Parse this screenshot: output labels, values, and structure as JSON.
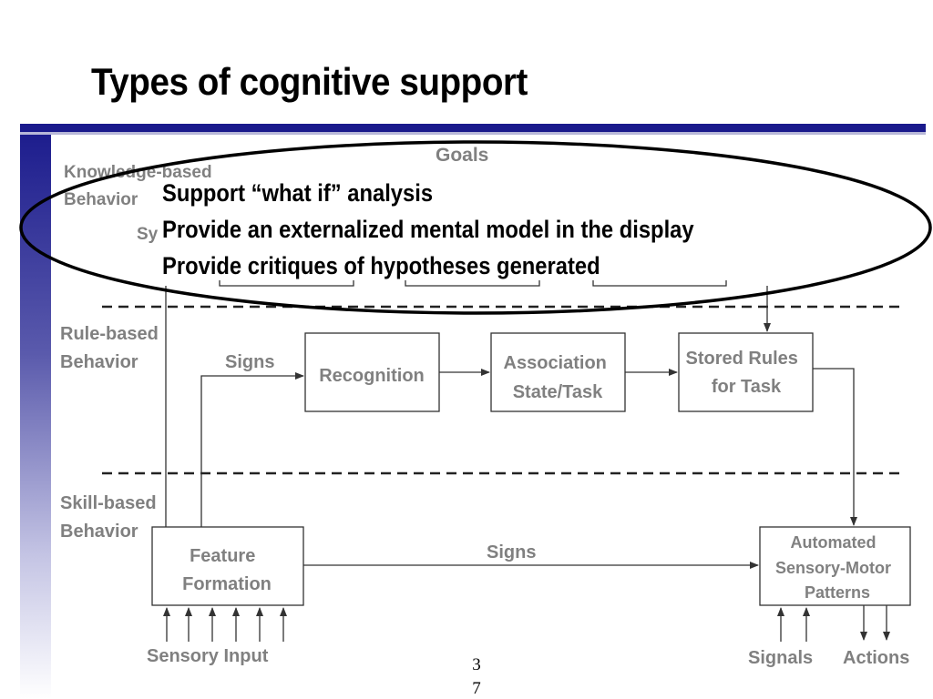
{
  "slide": {
    "title": "Types of cognitive support",
    "page_number": "37"
  },
  "diagram": {
    "levels": {
      "knowledge": [
        "Knowledge-based",
        "Behavior"
      ],
      "rule": [
        "Rule-based",
        "Behavior"
      ],
      "skill": [
        "Skill-based",
        "Behavior"
      ]
    },
    "goals_label": "Goals",
    "hidden_fragment": "Sy",
    "boxes": {
      "recognition": [
        "Recognition"
      ],
      "association": [
        "Association",
        "State/Task"
      ],
      "stored_rules": [
        "Stored Rules",
        "for Task"
      ],
      "feature_formation": [
        "Feature",
        "Formation"
      ],
      "automated": [
        "Automated",
        "Sensory-Motor",
        "Patterns"
      ]
    },
    "signs_upper": "Signs",
    "signs_lower": "Signs",
    "sensory_input": "Sensory Input",
    "signals": "Signals",
    "actions": "Actions"
  },
  "callout": {
    "lines": [
      "Support “what if” analysis",
      "Provide an externalized mental model in the display",
      "Provide critiques of hypotheses generated"
    ]
  },
  "colors": {
    "accent": "#1a1a8c",
    "diagram_text": "#808080"
  }
}
